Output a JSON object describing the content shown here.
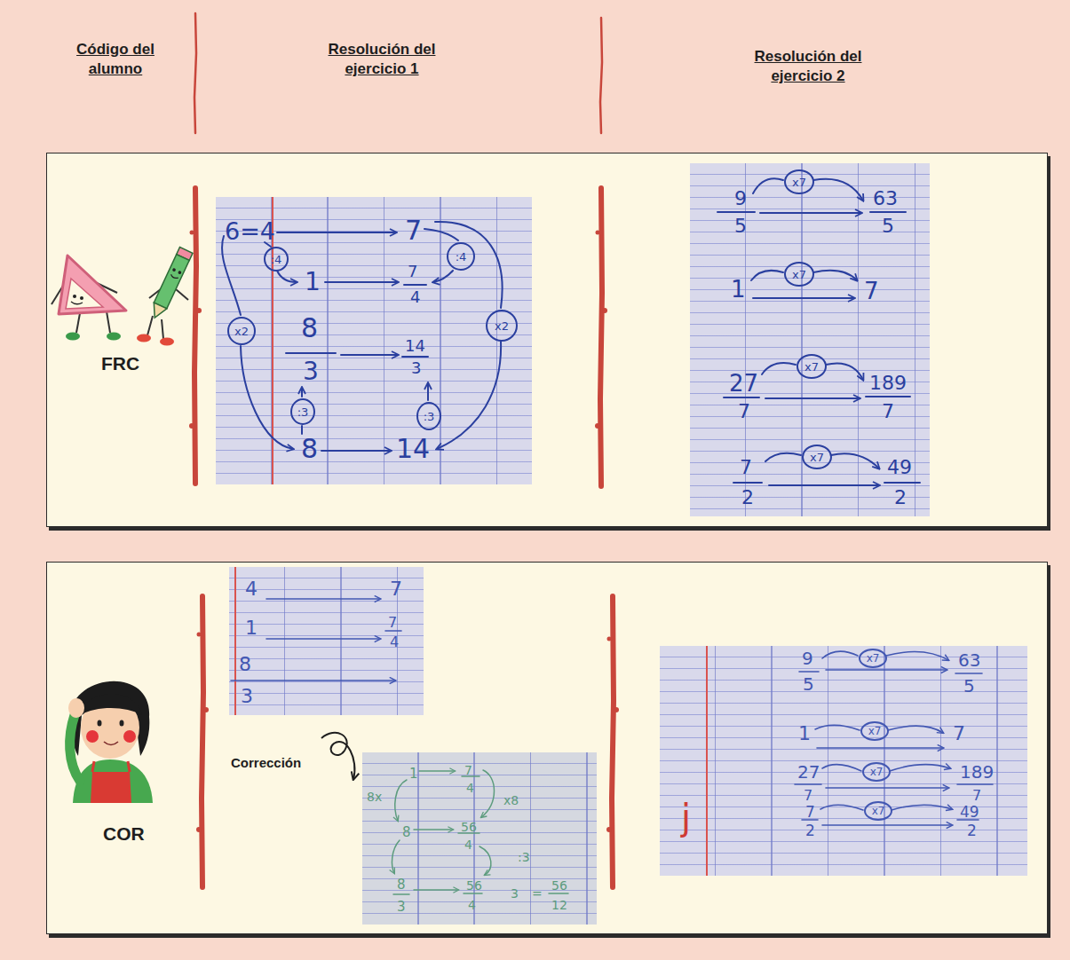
{
  "diagram": {
    "nodes": [
      {
        "text": [
          "FRC"
        ]
      },
      {
        "text": [
          "6=4",
          "7",
          "1",
          "7",
          "4",
          "8",
          "3",
          "14",
          "3",
          "8",
          "14"
        ],
        "in": 0
      },
      {
        "text": [
          ":4"
        ],
        "in": 1
      },
      {
        "text": [
          ":4"
        ],
        "in": 1
      },
      {
        "text": [
          "x2"
        ],
        "in": 1
      },
      {
        "text": [
          "x2"
        ],
        "in": 1
      },
      {
        "text": [
          ":3"
        ],
        "in": 1
      },
      {
        "text": [
          ":3"
        ],
        "in": 1
      },
      {
        "text": [
          "9",
          "5",
          "63",
          "5",
          "1",
          "7",
          "27",
          "7",
          "189",
          "7",
          "7",
          "2",
          "49",
          "2"
        ],
        "in": 0
      },
      {
        "text": [
          "x7"
        ],
        "in": 8
      },
      {
        "text": [
          "x7"
        ],
        "in": 8
      },
      {
        "text": [
          "x7"
        ],
        "in": 8
      },
      {
        "text": [
          "x7"
        ],
        "in": 8
      },
      {
        "text": [
          "COR"
        ]
      },
      {
        "text": [
          "4",
          "7",
          "1",
          "7",
          "4",
          "8",
          "3"
        ],
        "in": 13
      },
      {
        "text": [
          "1",
          "7",
          "4",
          "8x",
          "x8",
          "8",
          "56",
          "4",
          ":3",
          "8",
          "3",
          "56",
          "4",
          "3",
          "=",
          "56",
          "12"
        ],
        "in": 13
      },
      {
        "text": [
          "9",
          "5",
          "63",
          "5",
          "1",
          "7",
          "27",
          "7",
          "189",
          "7",
          "7",
          "2",
          "49",
          "2",
          "j"
        ],
        "in": 13
      },
      {
        "text": [
          "x7"
        ],
        "in": 16
      },
      {
        "text": [
          "x7"
        ],
        "in": 16
      },
      {
        "text": [
          "x7"
        ],
        "in": 16
      },
      {
        "text": [
          "x7"
        ],
        "in": 16
      }
    ],
    "labels": [
      "Código del alumno",
      "Resolución del ejercicio 1",
      "Resolución del ejercicio 2",
      "Corrección"
    ]
  }
}
